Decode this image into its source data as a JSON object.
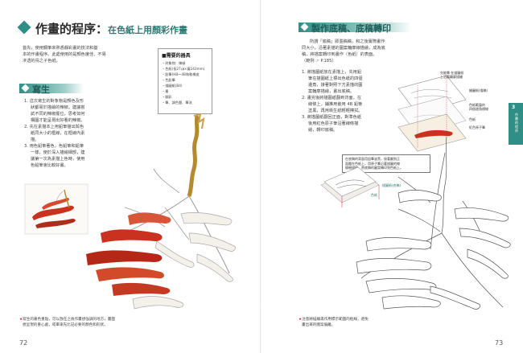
{
  "left_page": {
    "header": {
      "title": "作畫的程序：",
      "subtitle": "在色紙上用顏彩作畫"
    },
    "intro": [
      "首先，使用鋼筆來熟悉靜彩畫的技法和基",
      "本的作畫程序。此處使用的是顏色度佳、不易",
      "滲透的鳥之子色紙。"
    ],
    "tools": {
      "title": "■需要的器具",
      "items": [
        "・對象物：辣椒",
        "・色紙(長27㎝×寬243mm)",
        "・鉛筆(HB～4B和軟橡皮",
        "・色鉛筆",
        "・描圖紙(B4)",
        "・墨",
        "・顏彩",
        "・筆、調色盤、筆洗"
      ]
    },
    "section": {
      "title": "寫生"
    },
    "steps": [
      "1. 這次寫生的對象物是顏色及形",
      "狀都易於描繪的辣椒。建議嘗",
      "試不同的辣椒擺位，思考如何",
      "構圖才能呈現出好看的辣椒。",
      "2. 先在素描本上用鉛筆描出與色",
      "紙同大小的框線，在框線內素",
      "描。",
      "3. 用色鉛筆著色，色鉛筆和鉛筆",
      "一樣，使於深入描繪細部，建",
      "議第一次為素描上色時，使用",
      "色鉛筆會比較好畫。"
    ],
    "caption": [
      "寫生的著色重點，可以放在之後作畫想強調的地方，畫面",
      "想呈現的重心處，或畢來先比記必要的顏色和形狀。"
    ],
    "caption_star": "★",
    "page_number": "72"
  },
  "right_page": {
    "section": {
      "title": "製作底稿、底稿轉印"
    },
    "intro": [
      "所謂「底稿」即墨稿稿，和之後實際畫作",
      "同大小，沿著素描的圖案輪廓線描繪，成為底",
      "稿，將描案轉印到畫作（色紙）的表面。"
    ],
    "ref": "（範例 ☞ P.185）",
    "steps": [
      "1. 將描圖紙放在素描上，先用鉛",
      "筆在描圖紙上標出色紙的四個",
      "邊角，接著對照下方素描的圖",
      "案輪廓描繪，畫出底稿。",
      "2. 畫完後將描圖紙翻到背面，在",
      "線條上，鋪推用嵌用 4B 鉛筆",
      "塗黑，再用衛生紙輕輕擦拭。",
      "3. 將描圖紙翻回正面，對準色紙",
      "後用紅色原子筆沿著線條描",
      "繪，轉印底稿。"
    ],
    "callouts": {
      "top_note": "先能畢 在描圖紙\n上沿著輪廓描繪",
      "sketch": "繪圖紙(描稿)",
      "tracing": "色紙範圍的\n四個邊角標線",
      "paper": "色紙",
      "red_line": "紅色原子筆",
      "note_box": "在底稿的背面用鉛筆塗黑，接著翻到正\n面壓在色紙上，用原子筆沿著描圖的線\n條細描繪，將底稿的圖案轉印到色紙上。",
      "trace_paper": "描圖紙(底稿)",
      "colored_paper": "色紙"
    },
    "caption": [
      "注意將描繪再作用標示範圍的框線，避免",
      "畫出來的圖案偏離。"
    ],
    "caption_star": "★",
    "page_number": "73",
    "side_tab": {
      "number": "3",
      "text": "作畫的程序"
    }
  },
  "colors": {
    "accent": "#2f8f86",
    "star": "#d2283c",
    "chili_red": "#c8321e",
    "stem": "#b5892e"
  }
}
